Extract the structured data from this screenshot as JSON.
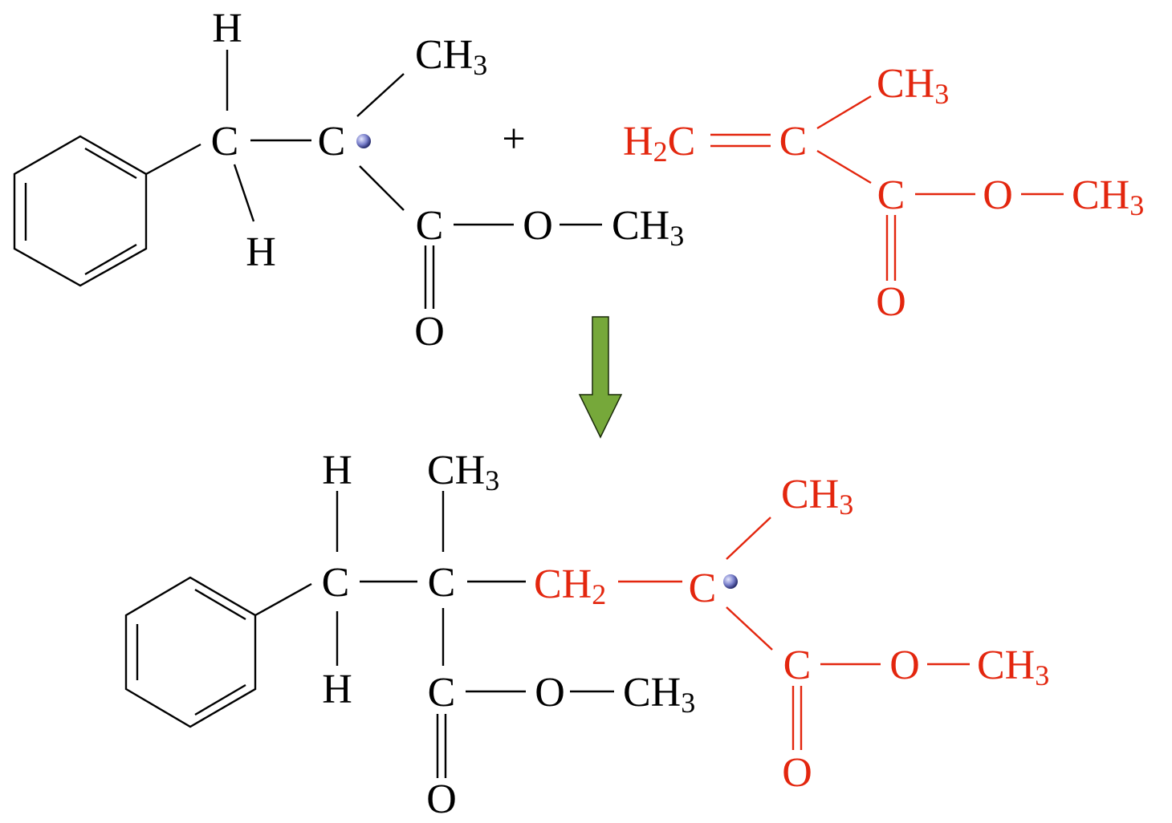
{
  "colors": {
    "reactant": "#000000",
    "monomer": "#e3260e",
    "arrow": "#76a83a",
    "radical": "#6f74c8"
  },
  "reaction": {
    "plus": "+",
    "radical": {
      "h_top": "H",
      "c1": "C",
      "h_bottom": "H",
      "c2": "C",
      "ch3": {
        "main": "CH",
        "sub": "3"
      },
      "c3": "C",
      "o_carbonyl": "O",
      "o_ester": "O",
      "ch3_ester": {
        "main": "CH",
        "sub": "3"
      }
    },
    "monomer": {
      "h2c": {
        "h": "H",
        "sub": "2",
        "c": "C"
      },
      "c1": "C",
      "ch3": {
        "main": "CH",
        "sub": "3"
      },
      "c2": "C",
      "o_ester": "O",
      "o_carbonyl": "O",
      "ch3_ester": {
        "main": "CH",
        "sub": "3"
      }
    },
    "product": {
      "h_top": "H",
      "c1": "C",
      "h_bottom": "H",
      "c2": "C",
      "ch3_top": {
        "main": "CH",
        "sub": "3"
      },
      "c3": "C",
      "o_ester": "O",
      "o_carbonyl": "O",
      "ch3_ester": {
        "main": "CH",
        "sub": "3"
      },
      "ch2": {
        "main": "CH",
        "sub": "2"
      },
      "c_radical": "C",
      "ch3_red": {
        "main": "CH",
        "sub": "3"
      },
      "c_red": "C",
      "o_red_ester": "O",
      "o_red_carbonyl": "O",
      "ch3_red_ester": {
        "main": "CH",
        "sub": "3"
      }
    }
  }
}
